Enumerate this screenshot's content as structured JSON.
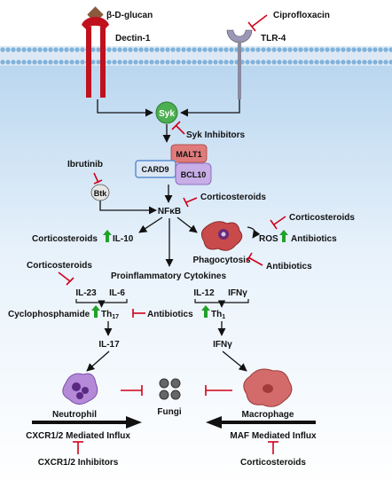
{
  "labels": {
    "ligand": "β-D-glucan",
    "receptor_dectin": "Dectin-1",
    "receptor_tlr": "TLR-4",
    "drug_cipro": "Ciprofloxacin",
    "syk": "Syk",
    "syk_inhibitors": "Syk Inhibitors",
    "malt1": "MALT1",
    "card9": "CARD9",
    "bcl10": "BCL10",
    "ibrutinib": "Ibrutinib",
    "btk": "Btk",
    "nfkb": "NFκB",
    "cortico_nfkb": "Corticosteroids",
    "cortico_il10": "Corticosteroids",
    "il10": "IL-10",
    "phagocytosis": "Phagocytosis",
    "ros": "ROS",
    "cortico_ros": "Corticosteroids",
    "antibiotics_ros": "Antibiotics",
    "antibiotics_phago": "Antibiotics",
    "cortico_il23": "Corticosteroids",
    "proinflammatory": "Proinflammatory Cytokines",
    "il23": "IL-23",
    "il6": "IL-6",
    "il12": "IL-12",
    "ifng_top": "IFNγ",
    "cyclophosphamide": "Cyclophosphamide",
    "th17": "Th",
    "th17_sub": "17",
    "antibiotics_mid": "Antibiotics",
    "th1": "Th",
    "th1_sub": "1",
    "il17": "IL-17",
    "ifng_bottom": "IFNγ",
    "neutrophil": "Neutrophil",
    "fungi": "Fungi",
    "macrophage": "Macrophage",
    "cxcr_influx": "CXCR1/2 Mediated Influx",
    "maf_influx": "MAF Mediated Influx",
    "cxcr_inhibitors": "CXCR1/2 Inhibitors",
    "cortico_maf": "Corticosteroids"
  },
  "colors": {
    "inhibit": "#d0021b",
    "increase": "#22a12a",
    "receptor": "#c0111e",
    "membrane": "#7fb2dc",
    "syk": "#4caf50",
    "malt1": "#e07b7b",
    "bcl10": "#b08ed6",
    "card9": "#5a8fd0",
    "tlr": "#9b97b8",
    "ligand": "#8a5a3c"
  }
}
